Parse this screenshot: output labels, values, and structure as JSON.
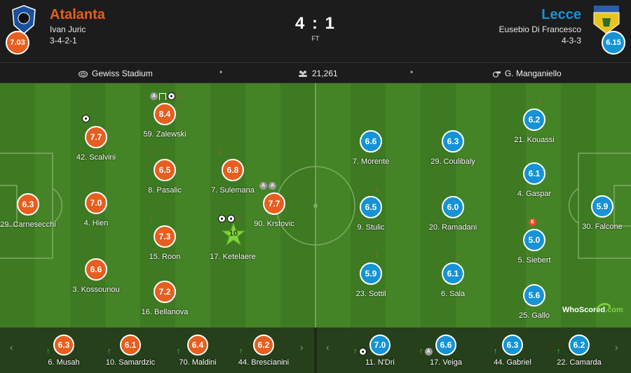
{
  "home": {
    "name": "Atalanta",
    "manager": "Ivan Juric",
    "formation": "3-4-2-1",
    "rating": "7.03",
    "color": "#e85e1e"
  },
  "away": {
    "name": "Lecce",
    "manager": "Eusebio Di Francesco",
    "formation": "4-3-3",
    "rating": "6.15",
    "color": "#1593d6"
  },
  "score": "4 : 1",
  "status": "FT",
  "info": {
    "stadium": "Gewiss Stadium",
    "attendance": "21,261",
    "referee": "G. Manganiello"
  },
  "home_players": [
    {
      "rating": "6.3",
      "name": "29. Carnesecchi"
    },
    {
      "rating": "7.7",
      "name": "42. Scalvini"
    },
    {
      "rating": "7.0",
      "name": "4. Hien"
    },
    {
      "rating": "6.6",
      "name": "3. Kossounou"
    },
    {
      "rating": "8.4",
      "name": "59. Zalewski"
    },
    {
      "rating": "6.5",
      "name": "8. Pasalic"
    },
    {
      "rating": "7.3",
      "name": "15. Roon"
    },
    {
      "rating": "7.2",
      "name": "16. Bellanova"
    },
    {
      "rating": "6.8",
      "name": "7. Sulemana"
    },
    {
      "rating": "10",
      "name": "17. Ketelaere"
    },
    {
      "rating": "7.7",
      "name": "90. Krstovic"
    }
  ],
  "away_players": [
    {
      "rating": "6.6",
      "name": "7. Morente"
    },
    {
      "rating": "6.5",
      "name": "9. Stulic"
    },
    {
      "rating": "5.9",
      "name": "23. Sottil"
    },
    {
      "rating": "6.3",
      "name": "29. Coulibaly"
    },
    {
      "rating": "6.0",
      "name": "20. Ramadani"
    },
    {
      "rating": "6.1",
      "name": "6. Sala"
    },
    {
      "rating": "6.2",
      "name": "21. Kouassi"
    },
    {
      "rating": "6.1",
      "name": "4. Gaspar"
    },
    {
      "rating": "5.0",
      "name": "5. Siebert"
    },
    {
      "rating": "5.6",
      "name": "25. Gallo"
    },
    {
      "rating": "5.9",
      "name": "30. Falcone"
    }
  ],
  "home_subs": [
    {
      "rating": "6.3",
      "name": "6. Musah"
    },
    {
      "rating": "6.1",
      "name": "10. Samardzic"
    },
    {
      "rating": "6.4",
      "name": "70. Maldini"
    },
    {
      "rating": "6.2",
      "name": "44. Brescianini"
    }
  ],
  "away_subs": [
    {
      "rating": "7.0",
      "name": "11. N'Dri"
    },
    {
      "rating": "6.6",
      "name": "17. Veiga"
    },
    {
      "rating": "6.3",
      "name": "44. Gabriel"
    },
    {
      "rating": "6.2",
      "name": "22. Camarda"
    }
  ],
  "brand": {
    "who": "WhoScored",
    "dotcom": ".com"
  },
  "icons": {
    "stadium": "stadium-icon",
    "attendance": "attendance-icon",
    "referee": "whistle-icon"
  },
  "nav": {
    "prev": "‹",
    "next": "›"
  },
  "separator": "•",
  "events": {
    "assist": "A",
    "card": "E",
    "down": "↓",
    "up": "↑"
  }
}
